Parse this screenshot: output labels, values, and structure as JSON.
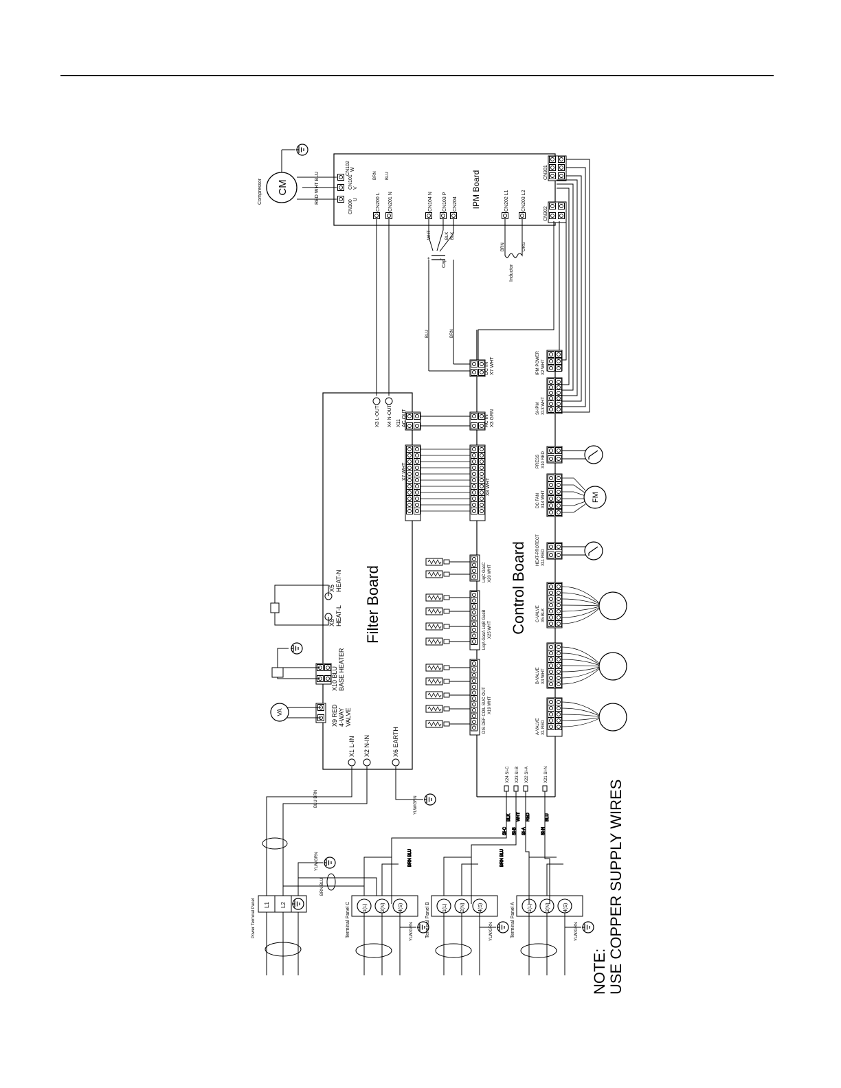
{
  "diagram": {
    "boards": {
      "filter": "Filter Board",
      "control": "Control Board",
      "ipm": "IPM Board"
    },
    "compressor": {
      "title": "Compressor",
      "symbol": "CM",
      "wire_colors": "RED  WHT BLU"
    },
    "ipm_connectors": {
      "cn100": "CN100",
      "u": "U",
      "cn101": "CN101",
      "v": "V",
      "cn102": "CN102",
      "w": "W",
      "cn200": "CN200 L",
      "cn201": "CN201 N",
      "cn104": "CN104 N",
      "cn103": "CN103 P",
      "cn204": "CN204",
      "cn202": "CN202 L1",
      "cn203": "CN203 L2",
      "cn301": "CN301",
      "cn302": "CN302"
    },
    "cap": {
      "label": "Cap",
      "plus": "+",
      "minus": "-"
    },
    "inductor": {
      "label": "Inductor",
      "brn": "BRN",
      "org": "ORG"
    },
    "wires": {
      "brn": "BRN",
      "blu": "BLU",
      "wht": "WHT",
      "blk": "BLK",
      "red": "RED",
      "ylwgrn": "YLW/GRN",
      "brn_blu": "BRN BLU",
      "blu_brn": "BLU BRN"
    },
    "filter_connectors": {
      "x3": "X3 L-OUT",
      "x4": "X4 N-OUT",
      "x11": "X11",
      "x11b": "AC OUT",
      "x7": "X7 WHT",
      "x5a": "X5",
      "x5b": "HEAT-N",
      "x8a": "X8",
      "x8b": "HEAT-L",
      "x10a": "X10  BLU",
      "x10b": "BASE HEATER",
      "x9a": "X9  RED",
      "x9b": "4-WAY",
      "x9c": "VALVE",
      "x1": "X1 L-IN",
      "x2": "X2 N-IN",
      "x6": "X6 EARTH"
    },
    "control_connectors": {
      "dcin_a": "DC IN",
      "dcin_b": "X7 WHT",
      "acin_a": "AC IN",
      "acin_b": "X3 GRN",
      "x8wht": "X8 WHT",
      "x20a": "LiqC GasC",
      "x20b": "X20 WHT",
      "x25a": "LiqA  GasA  LiqB   GasB",
      "x25b": "X25  WHT",
      "x19a": "DIS   DEF   COIL   SUC   OUT",
      "x19b": "X19 WHT",
      "ipmpower_a": "IPM POWER",
      "ipmpower_b": "X2 WHT",
      "siipm_a": "SI-IPM",
      "siipm_b": "X13 WHT",
      "press_a": "PRESS",
      "press_b": "X10  RED",
      "dcfan_a": "DC FAN",
      "dcfan_b": "X14  WHT",
      "heatprot_a": "HEAT-PROTECT",
      "heatprot_b": "X11  RED",
      "cvalve_a": "C-VALVE",
      "cvalve_b": "X5 BLK",
      "bvalve_a": "B-VALVE",
      "bvalve_b": "X4 WHT",
      "avalve_a": "A-VALVE",
      "avalve_b": "X1 RED",
      "x24": "X24 SI-C",
      "x23": "X23 SI-B",
      "x22": "X22 SI-A",
      "x21": "X21 SI-N"
    },
    "signal_wires": {
      "sic": "SI-C",
      "sib": "SI-B",
      "sia": "SI-A",
      "sin": "SI-N"
    },
    "components": {
      "fm": "FM",
      "va": "VA"
    },
    "power_panel": {
      "title": "Power Terminal Panel",
      "l1": "L1",
      "l2": "L2"
    },
    "terminal_panels": {
      "c": "Terminal Panel C",
      "b": "Terminal Panel B",
      "a": "Terminal Panel A",
      "t1": "1(L)",
      "t2": "2(N)",
      "t3": "4(S)"
    },
    "note": {
      "line1": "NOTE:",
      "line2": "USE COPPER SUPPLY WIRES"
    }
  }
}
